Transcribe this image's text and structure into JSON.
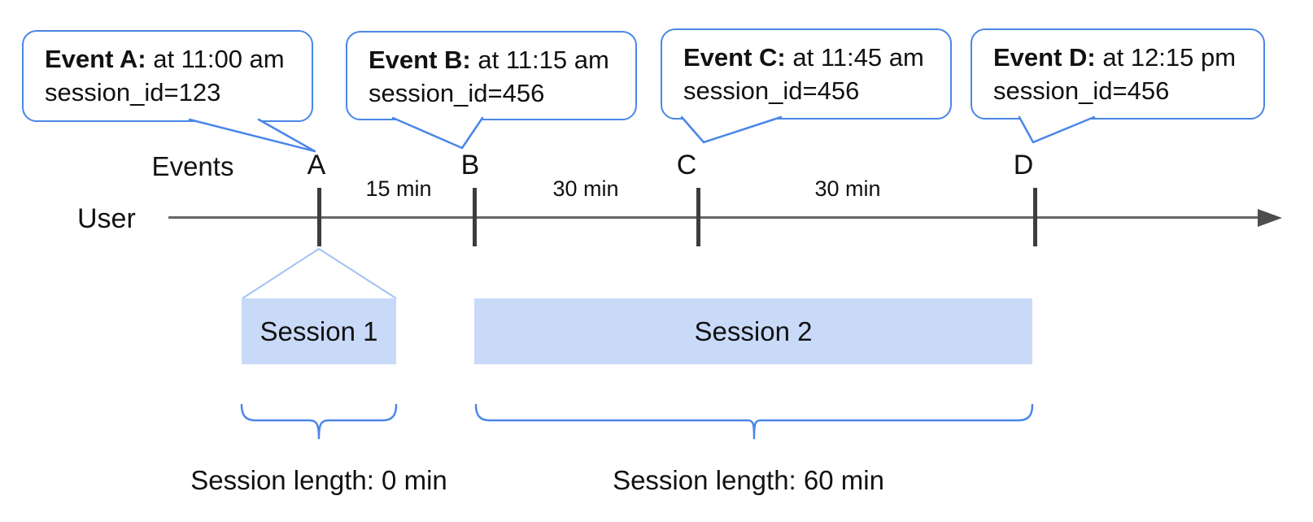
{
  "diagram": {
    "events_label": "Events",
    "user_label": "User",
    "bubbles": [
      {
        "title": "Event A:",
        "time": " at 11:00 am",
        "session": "session_id=123"
      },
      {
        "title": "Event B:",
        "time": " at 11:15 am",
        "session": "session_id=456"
      },
      {
        "title": "Event C:",
        "time": " at 11:45 am",
        "session": "session_id=456"
      },
      {
        "title": "Event D:",
        "time": " at 12:15 pm",
        "session": "session_id=456"
      }
    ],
    "event_markers": [
      "A",
      "B",
      "C",
      "D"
    ],
    "intervals": [
      "15 min",
      "30 min",
      "30 min"
    ],
    "sessions": [
      {
        "label": "Session 1",
        "length_label": "Session length: 0 min"
      },
      {
        "label": "Session 2",
        "length_label": "Session length: 60 min"
      }
    ],
    "colors": {
      "bubble_border": "#4a86e8",
      "brace": "#4a86e8",
      "session_fill": "#c9daf8",
      "funnel_line": "#a4c2f4",
      "timeline_line": "#666666",
      "arrow": "#4d4d4d",
      "tick": "#3d3d3d",
      "text": "#111111"
    }
  }
}
